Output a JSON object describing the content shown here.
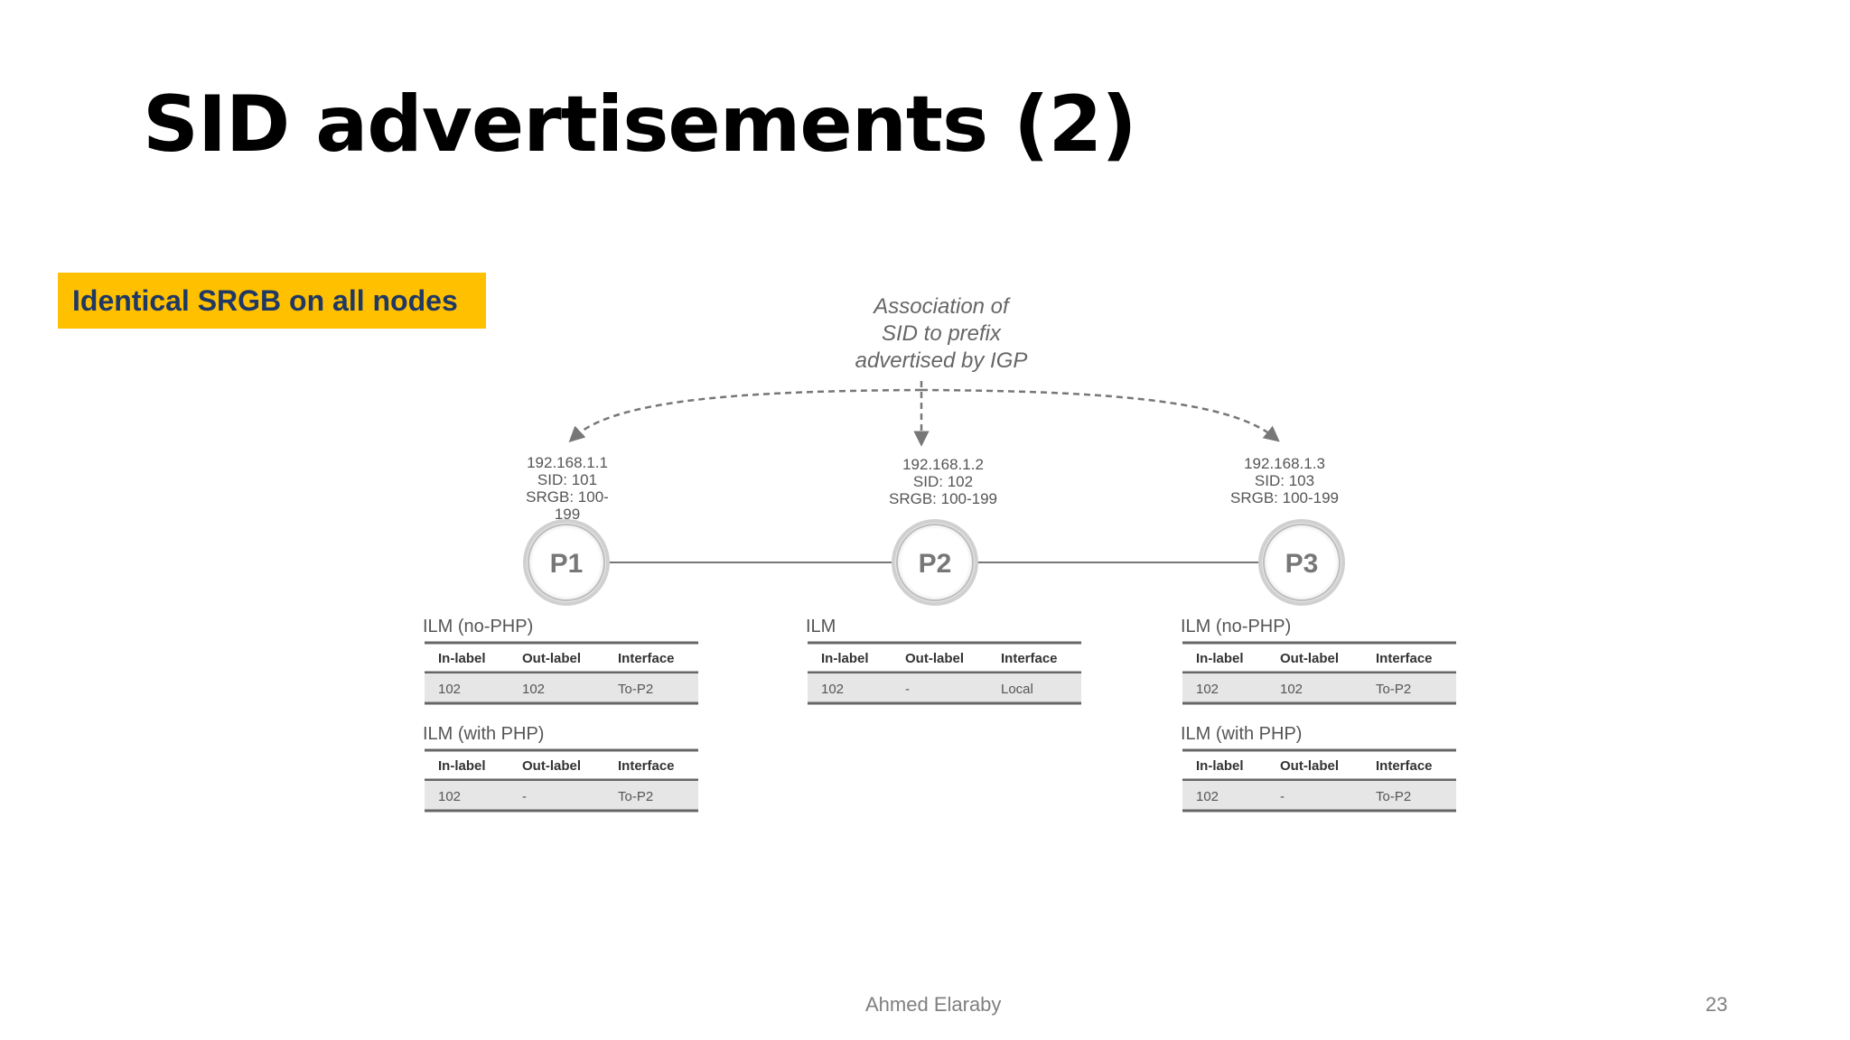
{
  "slide": {
    "title": "SID advertisements (2)",
    "tag": "Identical SRGB on all nodes",
    "author": "Ahmed Elaraby",
    "page_number": "23"
  },
  "diagram": {
    "association_lines": [
      "Association of",
      "SID to prefix",
      "advertised by IGP"
    ],
    "nodes": [
      {
        "id": "P1",
        "label": "P1",
        "info": [
          "192.168.1.1",
          "SID: 101",
          "SRGB: 100-",
          "199"
        ]
      },
      {
        "id": "P2",
        "label": "P2",
        "info": [
          "192.168.1.2",
          "SID: 102",
          "SRGB: 100-199"
        ]
      },
      {
        "id": "P3",
        "label": "P3",
        "info": [
          "192.168.1.3",
          "SID: 103",
          "SRGB: 100-199"
        ]
      }
    ],
    "tables": [
      {
        "title": "ILM (no-PHP)",
        "headers": [
          "In-label",
          "Out-label",
          "Interface"
        ],
        "row": [
          "102",
          "102",
          "To-P2"
        ]
      },
      {
        "title": "ILM (with PHP)",
        "headers": [
          "In-label",
          "Out-label",
          "Interface"
        ],
        "row": [
          "102",
          "-",
          "To-P2"
        ]
      },
      {
        "title": "ILM",
        "headers": [
          "In-label",
          "Out-label",
          "Interface"
        ],
        "row": [
          "102",
          "-",
          "Local"
        ]
      },
      {
        "title": "ILM (no-PHP)",
        "headers": [
          "In-label",
          "Out-label",
          "Interface"
        ],
        "row": [
          "102",
          "102",
          "To-P2"
        ]
      },
      {
        "title": "ILM (with PHP)",
        "headers": [
          "In-label",
          "Out-label",
          "Interface"
        ],
        "row": [
          "102",
          "-",
          "To-P2"
        ]
      }
    ]
  }
}
